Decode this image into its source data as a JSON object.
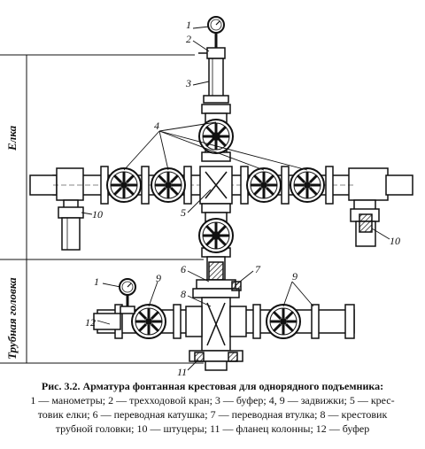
{
  "side_labels": {
    "upper": "Елка",
    "lower": "Трубная головка"
  },
  "numbers": {
    "n1_top": "1",
    "n2": "2",
    "n3": "3",
    "n4": "4",
    "n5": "5",
    "n10_left": "10",
    "n10_right": "10",
    "n6": "6",
    "n7": "7",
    "n8": "8",
    "n9_left": "9",
    "n9_right": "9",
    "n1_low": "1",
    "n12": "12",
    "n11": "11"
  },
  "caption": {
    "title": "Рис. 3.2. Арматура фонтанная крестовая для однорядного подъемника:",
    "line1": "1 — манометры; 2 — трехходовой кран; 3 — буфер; 4, 9 — задвижки; 5 — крес-",
    "line2": "товик елки; 6 — переводная катушка; 7 — переводная втулка; 8 — крестовик",
    "line3": "трубной головки; 10 — штуцеры; 11 — фланец колонны; 12 — буфер"
  }
}
